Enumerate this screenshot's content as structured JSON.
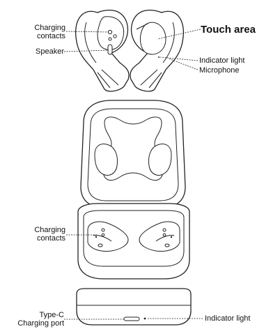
{
  "labels": {
    "charging_contacts_top": [
      "Charging",
      "contacts"
    ],
    "speaker": "Speaker",
    "touch_area": "Touch area",
    "indicator_light_top": "Indicator light",
    "microphone": "Microphone",
    "charging_contacts_case": [
      "Charging",
      "contacts"
    ],
    "type_c": [
      "Type-C",
      "Charging port"
    ],
    "indicator_light_bottom": "Indicator light"
  }
}
